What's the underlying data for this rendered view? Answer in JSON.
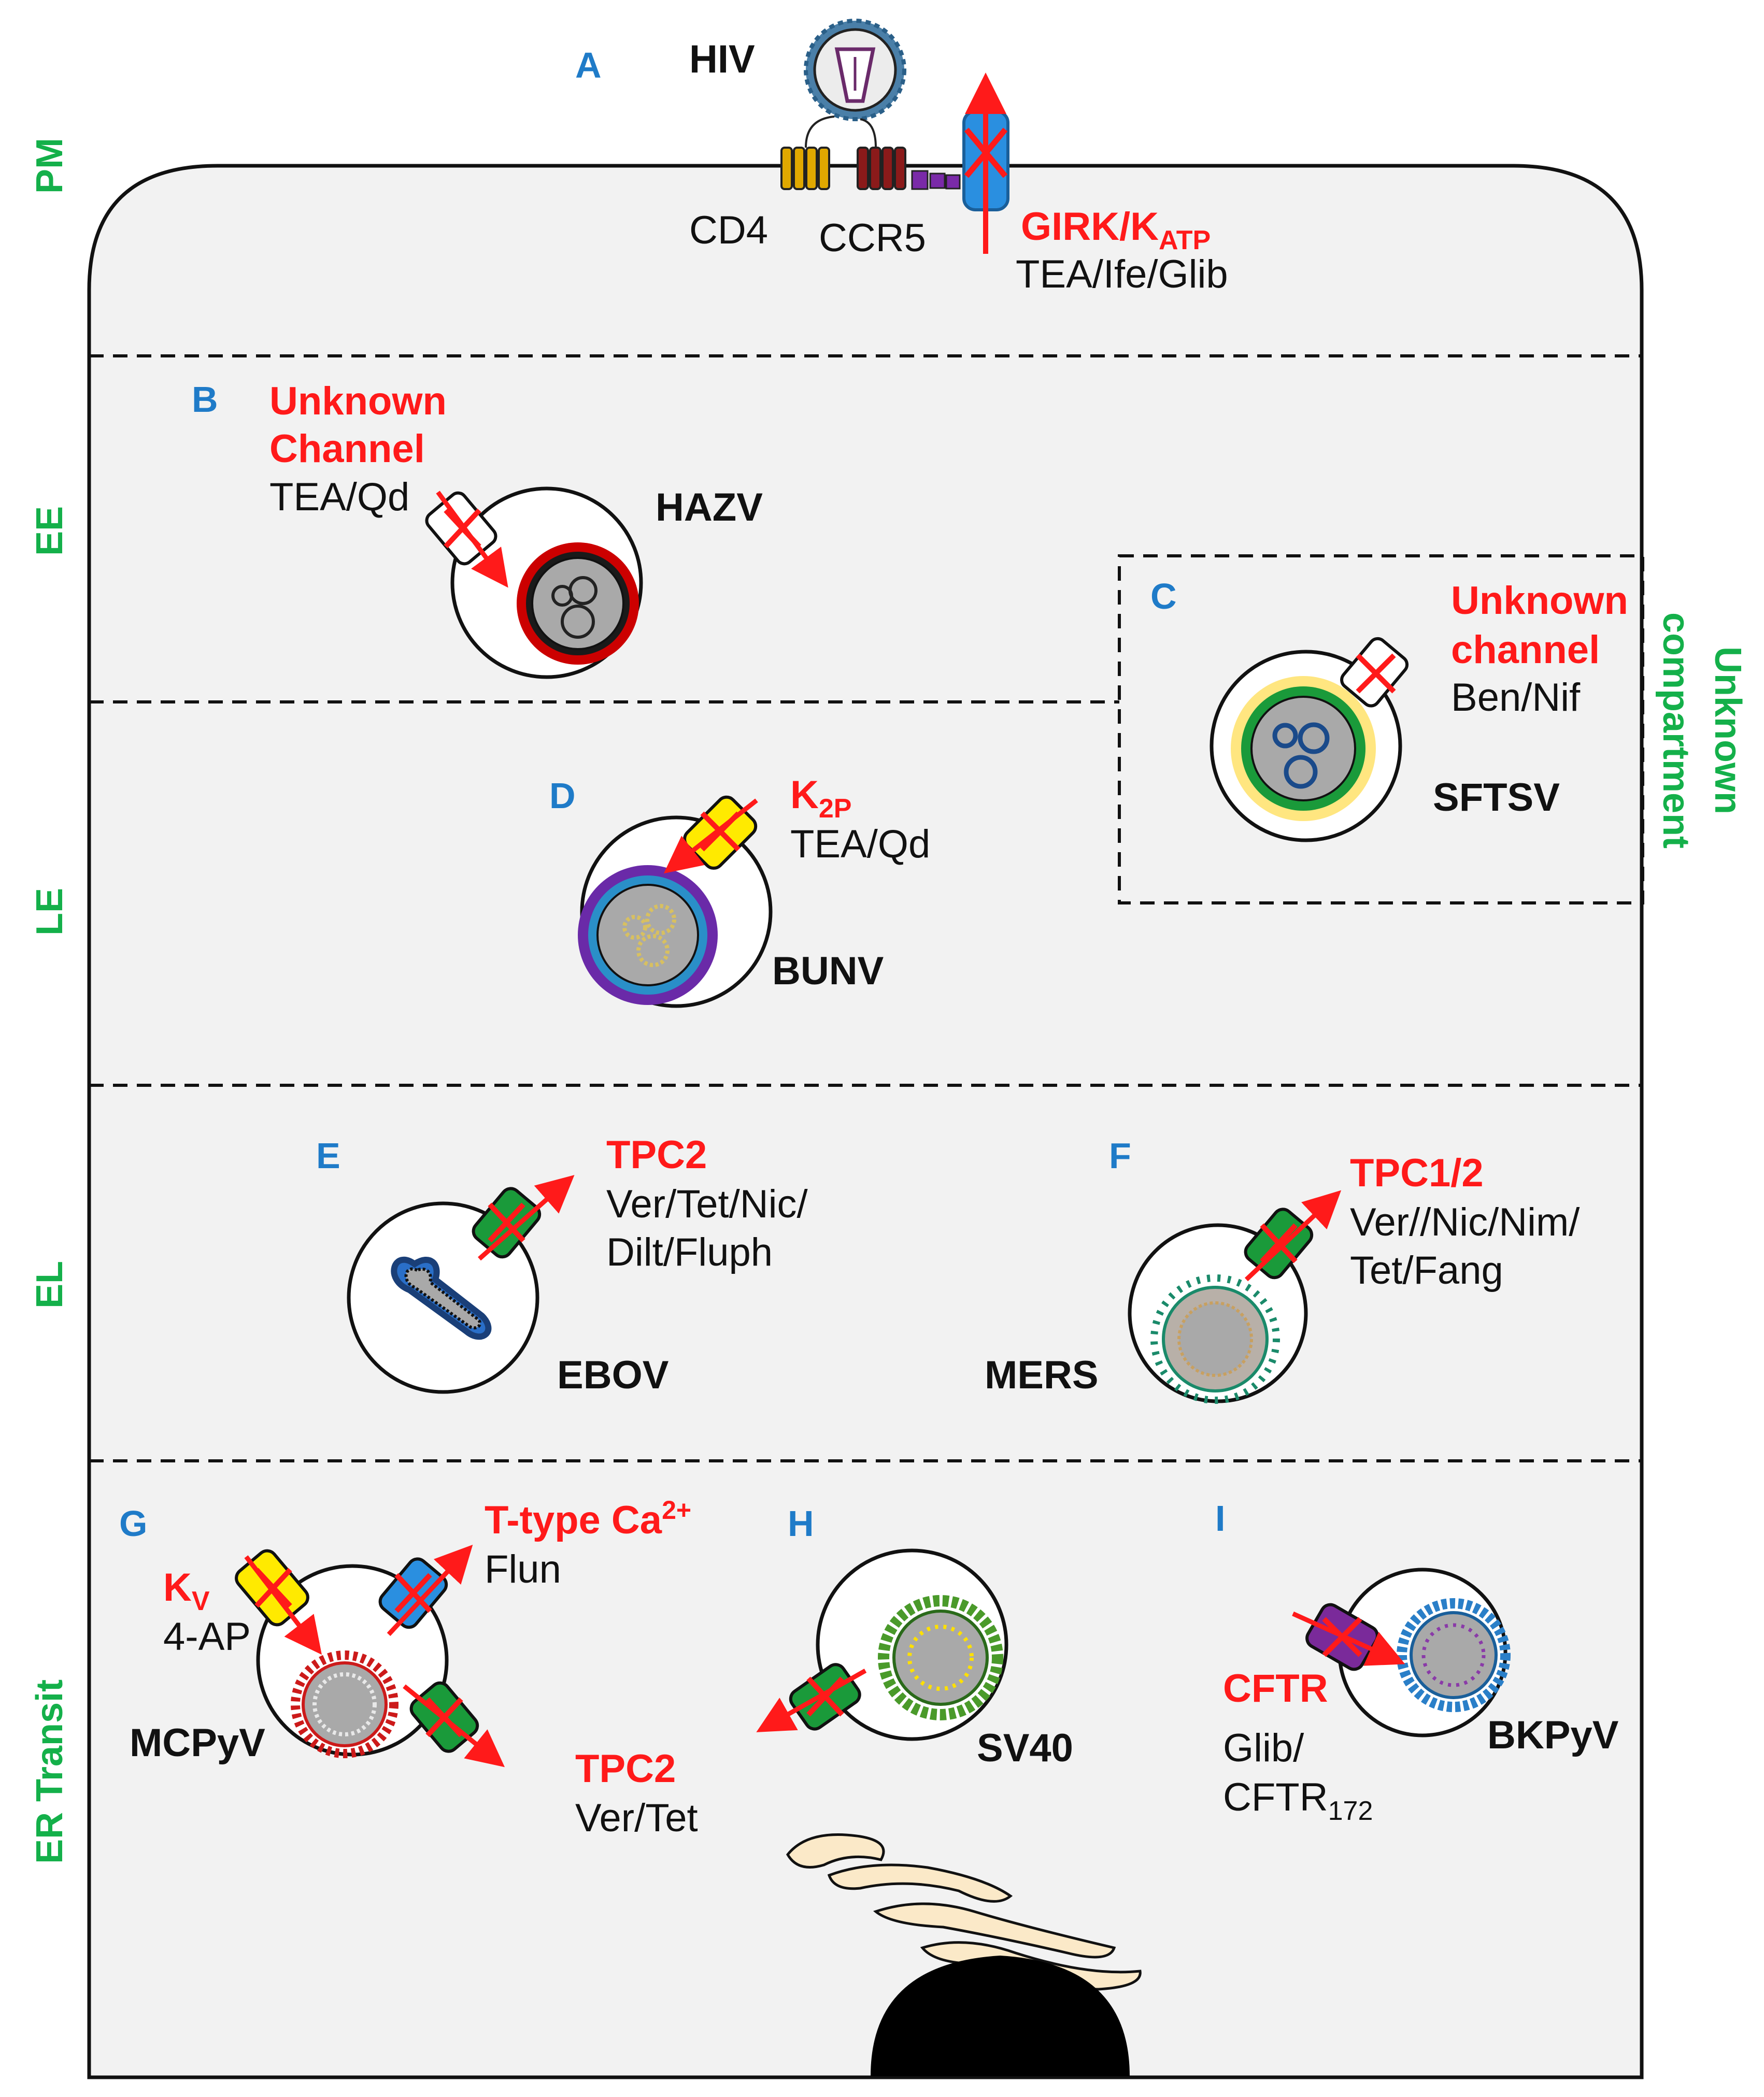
{
  "regions": {
    "pm": "PM",
    "ee": "EE",
    "le": "LE",
    "el": "EL",
    "er": "ER Transit",
    "unknown_line1": "Unknown",
    "unknown_line2": "compartment"
  },
  "panel_A": {
    "letter": "A",
    "virus": "HIV",
    "receptor1": "CD4",
    "receptor2": "CCR5",
    "channel_main": "GIRK/K",
    "channel_sub": "ATP",
    "drugs": "TEA/Ife/Glib"
  },
  "panel_B": {
    "letter": "B",
    "channel_line1": "Unknown",
    "channel_line2": "Channel",
    "drugs": "TEA/Qd",
    "virus": "HAZV"
  },
  "panel_C": {
    "letter": "C",
    "channel_line1": "Unknown",
    "channel_line2": "channel",
    "drugs": "Ben/Nif",
    "virus": "SFTSV"
  },
  "panel_D": {
    "letter": "D",
    "channel_main": "K",
    "channel_sub": "2P",
    "drugs": "TEA/Qd",
    "virus": "BUNV"
  },
  "panel_E": {
    "letter": "E",
    "channel": "TPC2",
    "drugs_line1": "Ver/Tet/Nic/",
    "drugs_line2": "Dilt/Fluph",
    "virus": "EBOV"
  },
  "panel_F": {
    "letter": "F",
    "channel": "TPC1/2",
    "drugs_line1": "Ver//Nic/Nim/",
    "drugs_line2": "Tet/Fang",
    "virus": "MERS"
  },
  "panel_G": {
    "letter": "G",
    "kv_main": "K",
    "kv_sub": "V",
    "kv_drug": "4-AP",
    "ttype_main": "T-type Ca",
    "ttype_sup": "2+",
    "ttype_drug": "Flun",
    "tpc_channel": "TPC2",
    "tpc_drugs": "Ver/Tet",
    "virus": "MCPyV"
  },
  "panel_H": {
    "letter": "H",
    "virus": "SV40"
  },
  "panel_I": {
    "letter": "I",
    "channel": "CFTR",
    "drugs_line1": "Glib/",
    "drugs_line2_main": "CFTR",
    "drugs_line2_sub": "172",
    "virus": "BKPyV"
  },
  "colors": {
    "cell_fill": "#f2f2f2",
    "label_blue": "#1f7bc8",
    "label_green": "#14b04a",
    "label_red": "#ff1a1a",
    "channel_yellow": "#ffea00",
    "channel_green": "#1a9a3a",
    "channel_blue": "#2a8fe0",
    "channel_purple": "#7a2a9a",
    "virion_gray": "#a9a9a9"
  }
}
